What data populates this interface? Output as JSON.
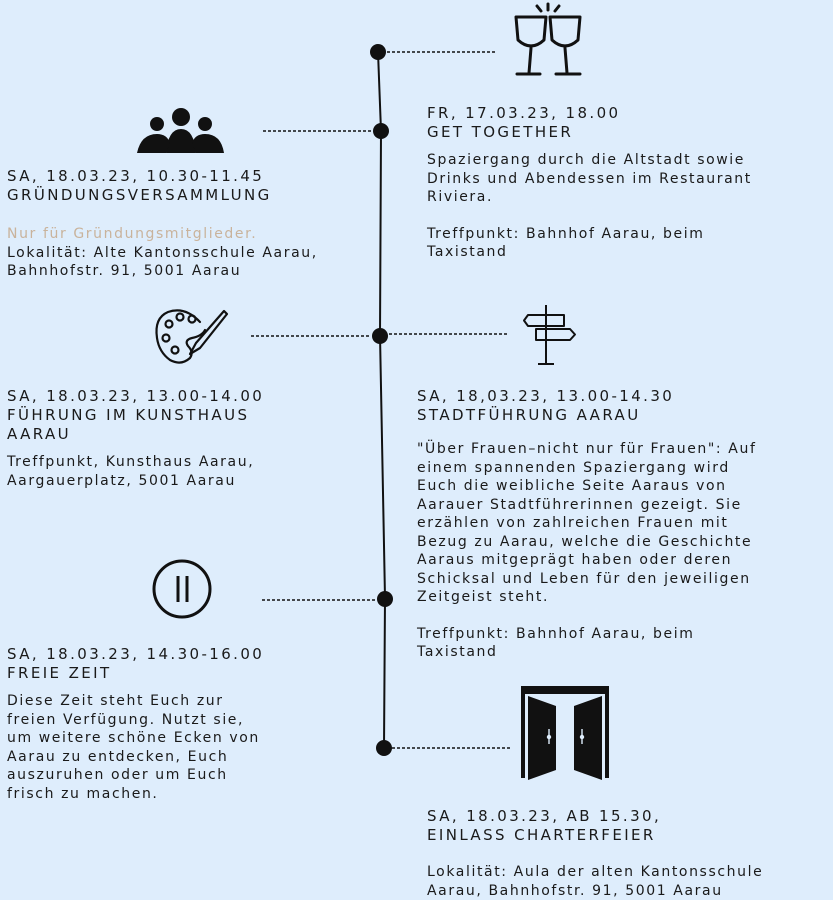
{
  "colors": {
    "background": "#deedfc",
    "ink": "#111111",
    "note": "#c9b39c"
  },
  "events": [
    {
      "date": "FR, 17.03.23, 18.00",
      "title": "GET TOGETHER",
      "body": "Spaziergang durch die Altstadt sowie\nDrinks und Abendessen im Restaurant\nRiviera.",
      "meeting": "Treffpunkt: Bahnhof Aarau, beim\nTaxistand",
      "icon": "wine-glasses-icon"
    },
    {
      "date": "SA, 18.03.23, 10.30-11.45",
      "title": "GRÜNDUNGSVERSAMMLUNG",
      "note": "Nur für Gründungsmitglieder.",
      "body": "Lokalität: Alte Kantonsschule Aarau,\nBahnhofstr. 91, 5001 Aarau",
      "icon": "people-group-icon"
    },
    {
      "date": "SA, 18.03.23, 13.00-14.00",
      "title": "FÜHRUNG IM  KUNSTHAUS\nAARAU",
      "body": "Treffpunkt, Kunsthaus Aarau,\nAargauerplatz, 5001 Aarau",
      "icon": "paint-palette-icon"
    },
    {
      "date": "SA, 18,03.23, 13.00-14.30",
      "title": "STADTFÜHRUNG AARAU",
      "body": "\"Über Frauen–nicht nur für Frauen\": Auf\neinem spannenden Spaziergang wird\nEuch die weibliche Seite Aaraus von\nAarauer Stadtführerinnen gezeigt. Sie\nerzählen von zahlreichen Frauen mit\nBezug zu Aarau, welche die Geschichte\nAaraus mitgeprägt haben oder deren\nSchicksal und Leben für den jeweiligen\nZeitgeist steht.",
      "meeting": "Treffpunkt: Bahnhof Aarau, beim\nTaxistand",
      "icon": "signpost-icon"
    },
    {
      "date": "SA, 18.03.23, 14.30-16.00",
      "title": "FREIE ZEIT",
      "body": "Diese Zeit steht Euch zur\nfreien Verfügung. Nutzt sie,\num weitere schöne Ecken von\nAarau zu entdecken, Euch\nauszuruhen oder um Euch\nfrisch zu machen.",
      "icon": "pause-icon"
    },
    {
      "date": "SA, 18.03.23, AB 15.30,",
      "title": "EINLASS CHARTERFEIER",
      "body": "Lokalität: Aula der alten Kantonsschule\nAarau, Bahnhofstr. 91, 5001 Aarau",
      "icon": "open-door-icon"
    }
  ]
}
